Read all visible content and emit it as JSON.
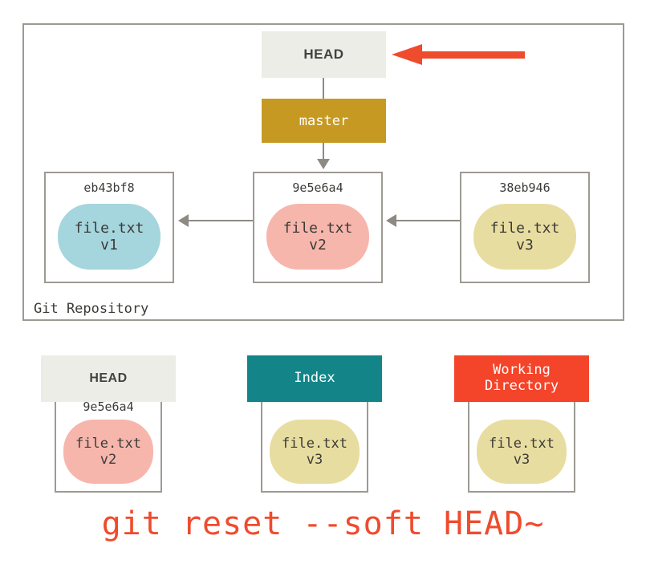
{
  "diagram": {
    "repository": {
      "label": "Git Repository",
      "head_pointer": {
        "label": "HEAD",
        "annotation_arrow": "red-left-arrow"
      },
      "branch": {
        "label": "master"
      },
      "commits": [
        {
          "id": "eb43bf8",
          "file": "file.txt",
          "version": "v1",
          "color": "#a5d5dd"
        },
        {
          "id": "9e5e6a4",
          "file": "file.txt",
          "version": "v2",
          "color": "#f7b6ac"
        },
        {
          "id": "38eb946",
          "file": "file.txt",
          "version": "v3",
          "color": "#e8dda0"
        }
      ]
    },
    "areas": [
      {
        "title": "HEAD",
        "title_lines": [
          "HEAD"
        ],
        "commit_id": "9e5e6a4",
        "file": "file.txt",
        "version": "v2",
        "header_color": "#ecede7",
        "blob_color": "#f7b6ac"
      },
      {
        "title": "Index",
        "title_lines": [
          "Index"
        ],
        "commit_id": "",
        "file": "file.txt",
        "version": "v3",
        "header_color": "#138589",
        "blob_color": "#e8dda0"
      },
      {
        "title": "Working Directory",
        "title_lines": [
          "Working",
          "Directory"
        ],
        "commit_id": "",
        "file": "file.txt",
        "version": "v3",
        "header_color": "#f4442a",
        "blob_color": "#e8dda0"
      }
    ],
    "caption": "git reset --soft HEAD~",
    "colors": {
      "accent_red": "#ef4b2d",
      "branch_gold": "#c69a22",
      "index_teal": "#138589",
      "working_orange": "#f4442a",
      "head_gray": "#ecede7",
      "line_gray": "#8d8a84",
      "border_gray": "#9d9a93"
    }
  }
}
